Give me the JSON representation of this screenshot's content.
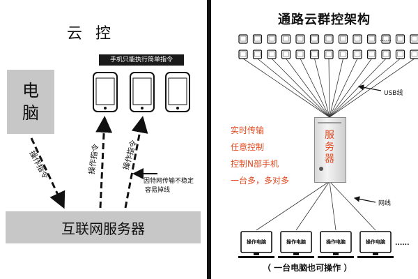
{
  "left": {
    "title": "云 控",
    "pc_label": [
      "电",
      "脑"
    ],
    "server_label": "互联网服务器",
    "phones_banner": "手机只能执行简单指令",
    "arrow_labels": [
      "操作指令",
      "操作指令",
      "操作指令"
    ],
    "note": [
      "因特网传输不稳定",
      "容易掉线"
    ]
  },
  "right": {
    "title": "通路云群控架构",
    "usb_label": "USB线",
    "net_label": "网线",
    "server_label": "服务器",
    "features": [
      "实时传输",
      "任意控制",
      "控制N部手机",
      "一台多，多对多"
    ],
    "pc_labels": [
      "操作电脑",
      "操作电脑",
      "操作电脑",
      "操作电脑"
    ],
    "ellipsis_top": "......",
    "ellipsis_bottom": "......",
    "caption": "（ 一台电脑也可操作 ）"
  }
}
